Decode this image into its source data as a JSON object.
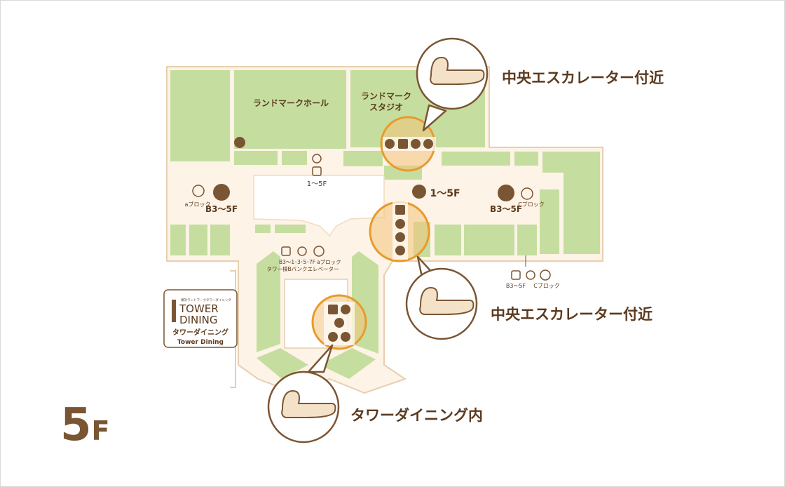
{
  "floor": {
    "number": "5",
    "unit": "F"
  },
  "rooms": {
    "landmark_hall": "ランドマークホール",
    "landmark_studio_1": "ランドマーク",
    "landmark_studio_2": "スタジオ"
  },
  "callouts": {
    "top": "中央エスカレーター付近",
    "middle": "中央エスカレーター付近",
    "bottom": "タワーダイニング内"
  },
  "labels": {
    "elevator_1_5f": "1～5F",
    "escalator_1_5f": "1～5F",
    "escalator_left_range": "B3～5F",
    "parking_left_block": "aブロック",
    "escalator_right_range": "B3～5F",
    "parking_right_block": "Cブロック",
    "bottom_elevator_range": "B3～5F",
    "bottom_parking_block": "Cブロック",
    "tower_elevator_line1": "B3～1･3･5･7F",
    "tower_elevator_block": "aブロック",
    "tower_elevator_line2": "タワー棟Bバンクエレベーター"
  },
  "tower_dining": {
    "logo_tagline": "横浜ランドマークタワーダイニング",
    "logo_word1": "TOWER",
    "logo_word2": "DINING",
    "name_jp": "タワーダイニング",
    "name_en": "Tower Dining"
  },
  "colors": {
    "brown": "#7a5533",
    "green": "#c5de9f",
    "corridor": "#fdf3e6",
    "wall": "#e8cfb0",
    "highlight_ring": "#e89a2c",
    "highlight_fill": "#f2c27a",
    "callout_underline": "#f7d6a8"
  },
  "icons": [
    "toilet-icon",
    "wheelchair-icon",
    "baby-icon",
    "elevator-icon",
    "escalator-icon",
    "parking-icon",
    "powder-room-icon"
  ]
}
